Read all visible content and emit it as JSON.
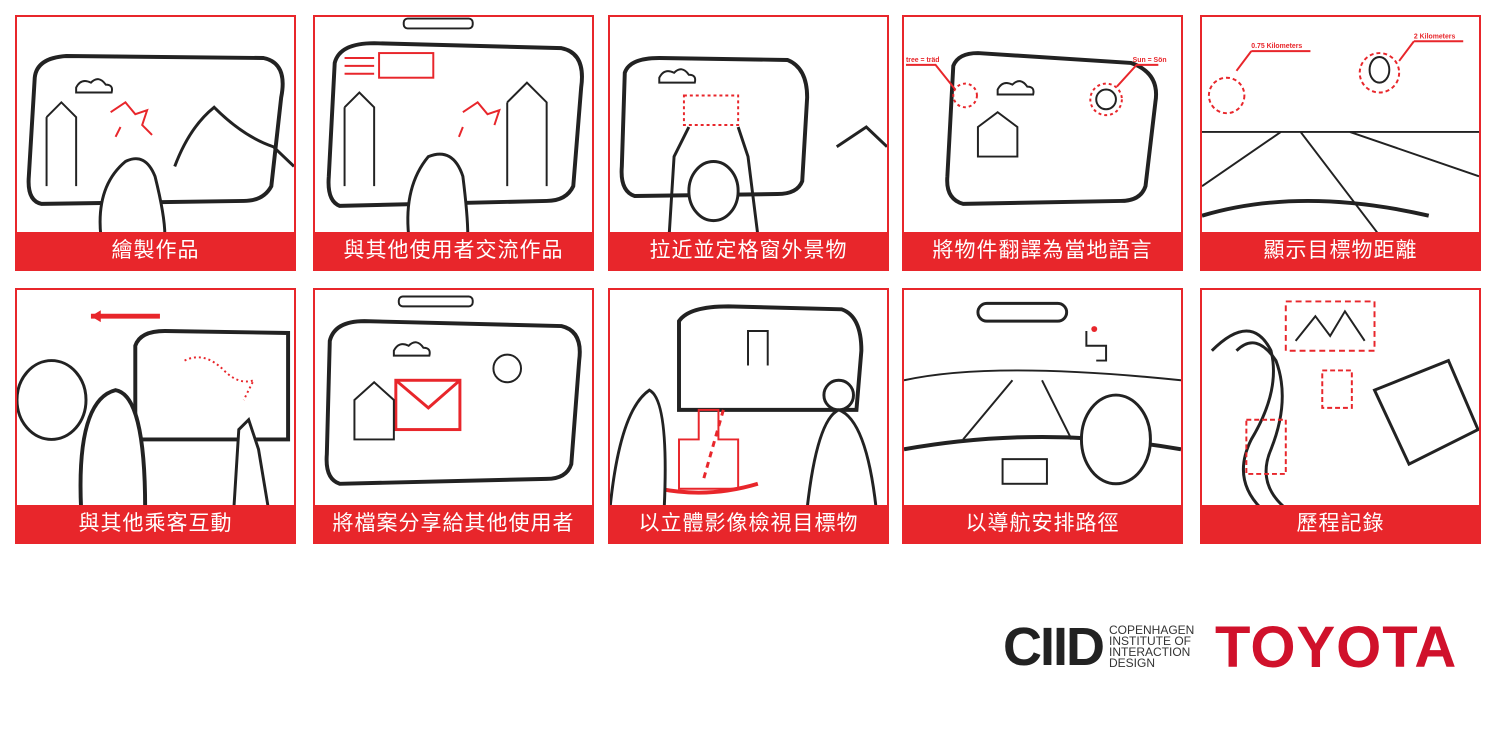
{
  "colors": {
    "accent": "#e8262b",
    "toyota": "#d0112b",
    "ink": "#222222"
  },
  "panels": [
    {
      "caption": "繪製作品"
    },
    {
      "caption": "與其他使用者交流作品"
    },
    {
      "caption": "拉近並定格窗外景物"
    },
    {
      "caption": "將物件翻譯為當地語言",
      "annotations": [
        "tree = träd",
        "Sun = Sön"
      ]
    },
    {
      "caption": "顯示目標物距離",
      "annotations": [
        "0.75 Kilometers",
        "2 Kilometers"
      ]
    },
    {
      "caption": "與其他乘客互動"
    },
    {
      "caption": "將檔案分享給其他使用者"
    },
    {
      "caption": "以立體影像檢視目標物"
    },
    {
      "caption": "以導航安排路徑"
    },
    {
      "caption": "歷程記錄"
    }
  ],
  "logos": {
    "ciid_mark": "CIID",
    "ciid_lines": [
      "COPENHAGEN",
      "INSTITUTE OF",
      "INTERACTION",
      "DESIGN"
    ],
    "toyota": "TOYOTA"
  }
}
